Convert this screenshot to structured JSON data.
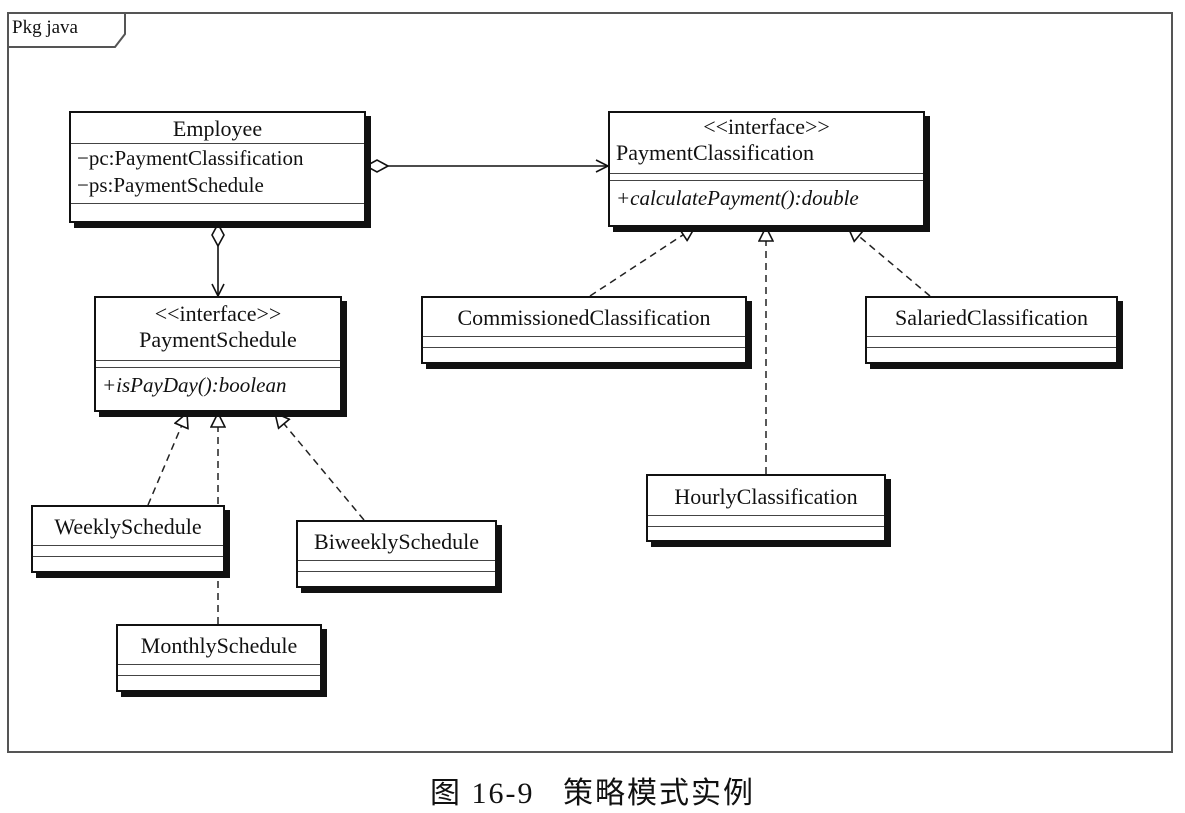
{
  "package_label": "Pkg java",
  "classes": {
    "employee": {
      "name": "Employee",
      "attributes": [
        "−pc:PaymentClassification",
        "−ps:PaymentSchedule"
      ]
    },
    "payment_classification": {
      "stereotype": "<<interface>>",
      "name": "PaymentClassification",
      "operation": "+calculatePayment():double"
    },
    "payment_schedule": {
      "stereotype": "<<interface>>",
      "name": "PaymentSchedule",
      "operation": "+isPayDay():boolean"
    },
    "commissioned": {
      "name": "CommissionedClassification"
    },
    "salaried": {
      "name": "SalariedClassification"
    },
    "hourly": {
      "name": "HourlyClassification"
    },
    "weekly": {
      "name": "WeeklySchedule"
    },
    "biweekly": {
      "name": "BiweeklySchedule"
    },
    "monthly": {
      "name": "MonthlySchedule"
    }
  },
  "relationships": [
    {
      "type": "aggregation",
      "from": "employee",
      "to": "payment_classification"
    },
    {
      "type": "aggregation",
      "from": "employee",
      "to": "payment_schedule"
    },
    {
      "type": "realization",
      "from": "commissioned",
      "to": "payment_classification"
    },
    {
      "type": "realization",
      "from": "hourly",
      "to": "payment_classification"
    },
    {
      "type": "realization",
      "from": "salaried",
      "to": "payment_classification"
    },
    {
      "type": "realization",
      "from": "weekly",
      "to": "payment_schedule"
    },
    {
      "type": "realization",
      "from": "monthly",
      "to": "payment_schedule"
    },
    {
      "type": "realization",
      "from": "biweekly",
      "to": "payment_schedule"
    }
  ],
  "caption": "图 16-9   策略模式实例"
}
